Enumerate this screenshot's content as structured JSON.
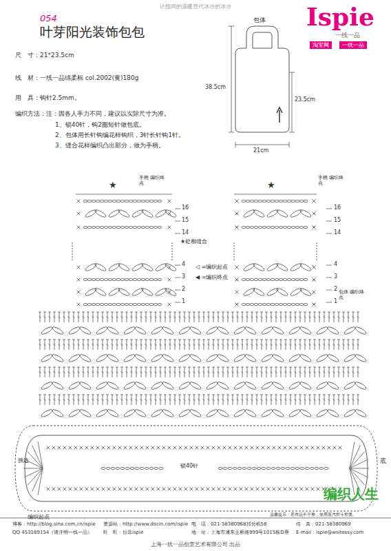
{
  "diagram": {
    "title": "叶芽阳光装饰包包",
    "labels": [
      "让指间的温暖替代冰冷的冰冷",
      "Ispie",
      "一线一品",
      "淘宝网",
      "一线一品",
      "054",
      "尺　寸：21*23.5cm",
      "线　材：一线一品绵柔棉 col.2002(黄)180g",
      "用　具：钩针2.5mm。",
      "编织方法：注：因各人手力不同，建议以实际尺寸为准。",
      "1、锁40针，钩2圈短针做包底。",
      "2、包体用长针钩编花样钩织，3针长针钩1针。",
      "3、缝合花样编织凸出部分，做为手柄。",
      "包体",
      "38.5cm",
      "23.5cm",
      "21cm",
      "★",
      "手柄 编织终点",
      "★",
      "手柄 编织终点",
      "★处相缝合",
      "16",
      "15",
      "14",
      "4",
      "3",
      "2",
      "1",
      "16",
      "15",
      "14",
      "4",
      "3",
      "2",
      "1",
      "◁ =编织起点",
      "◀ =编织终点",
      "包体 编织终点",
      "锁40针",
      "挑边",
      "底",
      "编织起点",
      "博客：http://blog.sina.com.cn/ispie",
      "QQ 453189154（请注明一线一品）",
      "资源站：http://www.docin.com/ispie",
      "旺　旺：拉菲ispie",
      "电　话：021-58380968转分机58",
      "地　址：上海市浦东王桥路999号1015栋D座",
      "传　真：021-58380969",
      "E-mail：ispie@wsitessy.com",
      "温馨提示：若作品不平整，使用蒸汽熨斗熨烫。",
      "上海一线一品创意艺术有限公司 出品",
      "编织人生"
    ]
  }
}
